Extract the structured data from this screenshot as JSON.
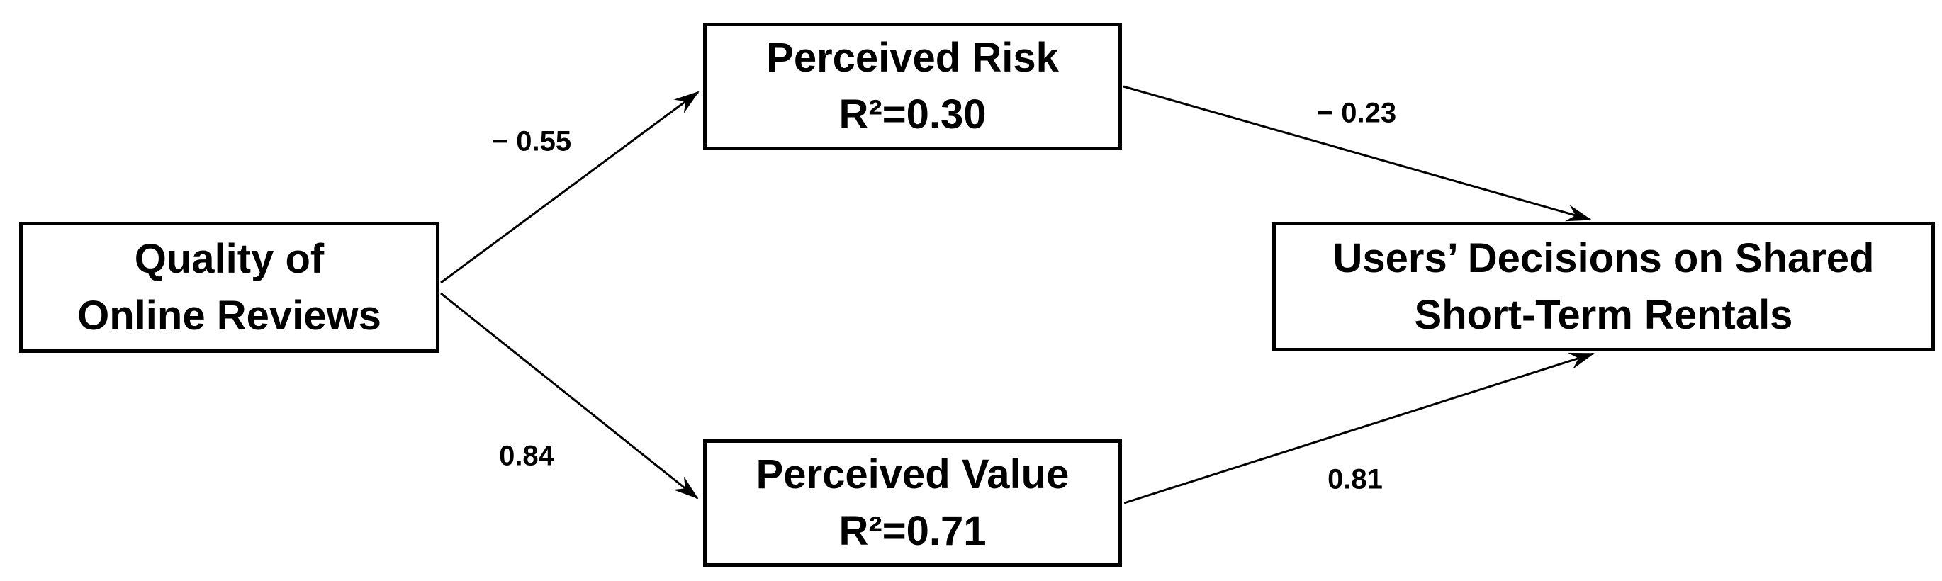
{
  "diagram": {
    "type": "path-model",
    "background_color": "#ffffff",
    "box_border_color": "#000000",
    "text_color": "#000000",
    "arrow_color": "#000000",
    "nodes": [
      {
        "id": "quality",
        "lines": [
          "Quality of",
          "Online Reviews"
        ]
      },
      {
        "id": "risk",
        "lines": [
          "Perceived Risk",
          "R²=0.30"
        ],
        "r_squared": "0.30"
      },
      {
        "id": "value",
        "lines": [
          "Perceived Value",
          "R²=0.71"
        ],
        "r_squared": "0.71"
      },
      {
        "id": "decisions",
        "lines": [
          "Users’ Decisions on Shared",
          "Short-Term Rentals"
        ]
      }
    ],
    "edges": [
      {
        "from": "quality",
        "to": "risk",
        "label": "− 0.55"
      },
      {
        "from": "risk",
        "to": "decisions",
        "label": "− 0.23"
      },
      {
        "from": "quality",
        "to": "value",
        "label": "0.84"
      },
      {
        "from": "value",
        "to": "decisions",
        "label": "0.81"
      }
    ]
  }
}
